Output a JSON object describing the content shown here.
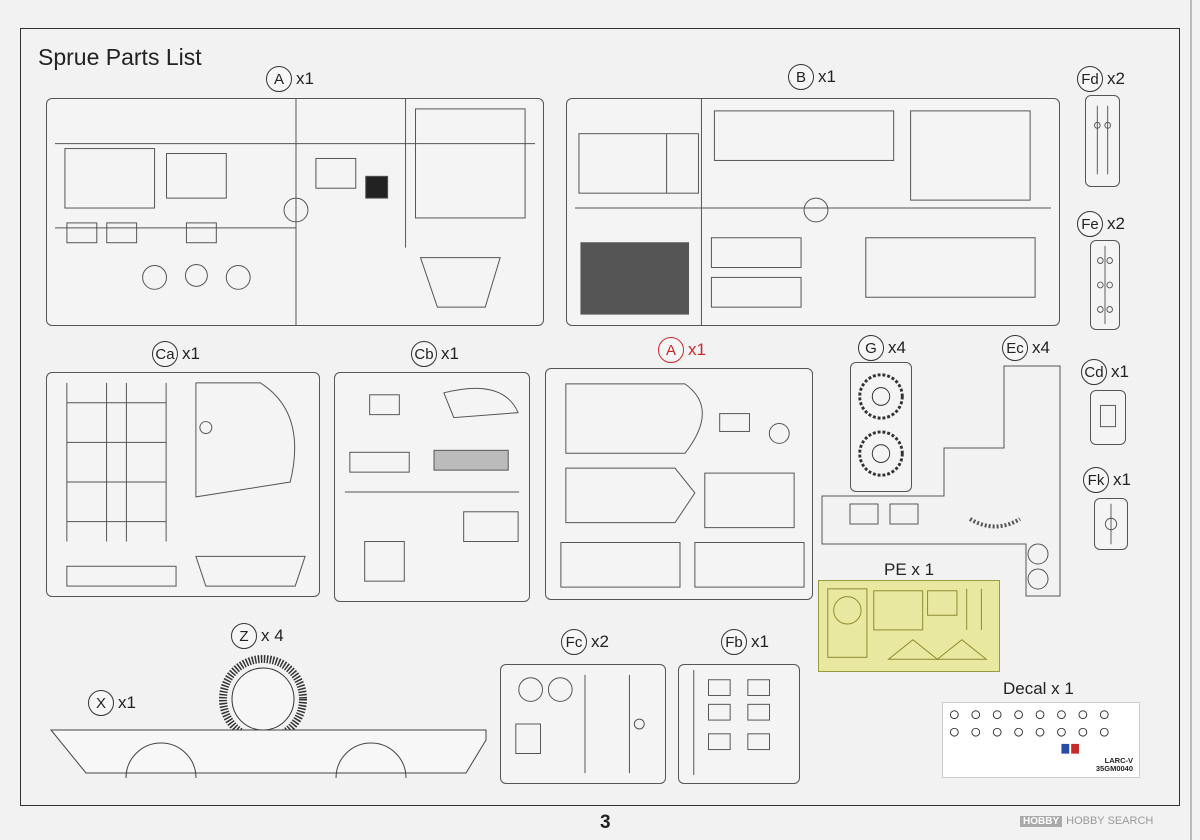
{
  "title": "Sprue Parts List",
  "sprues": [
    {
      "key": "a_top",
      "letter": "A",
      "count": "x1"
    },
    {
      "key": "b",
      "letter": "B",
      "count": "x1"
    },
    {
      "key": "fd",
      "letter": "Fd",
      "count": "x2"
    },
    {
      "key": "fe",
      "letter": "Fe",
      "count": "x2"
    },
    {
      "key": "ca",
      "letter": "Ca",
      "count": "x1"
    },
    {
      "key": "cb",
      "letter": "Cb",
      "count": "x1"
    },
    {
      "key": "a_red",
      "letter": "A",
      "count": "x1"
    },
    {
      "key": "g",
      "letter": "G",
      "count": "x4"
    },
    {
      "key": "ec",
      "letter": "Ec",
      "count": "x4"
    },
    {
      "key": "cd",
      "letter": "Cd",
      "count": "x1"
    },
    {
      "key": "fk",
      "letter": "Fk",
      "count": "x1"
    },
    {
      "key": "z",
      "letter": "Z",
      "count": "x 4"
    },
    {
      "key": "x",
      "letter": "X",
      "count": "x1"
    },
    {
      "key": "fc",
      "letter": "Fc",
      "count": "x2"
    },
    {
      "key": "fb",
      "letter": "Fb",
      "count": "x1"
    }
  ],
  "pe_label": "PE x 1",
  "decal_label": "Decal x 1",
  "decal_product": {
    "line1": "LARC-V",
    "line2": "35GM0040"
  },
  "page_number": "3",
  "watermark": {
    "logo": "HOBBY",
    "text": "HOBBY SEARCH"
  },
  "colors": {
    "highlight": "#d0282a",
    "photo_etch": "#e9e8a0"
  }
}
